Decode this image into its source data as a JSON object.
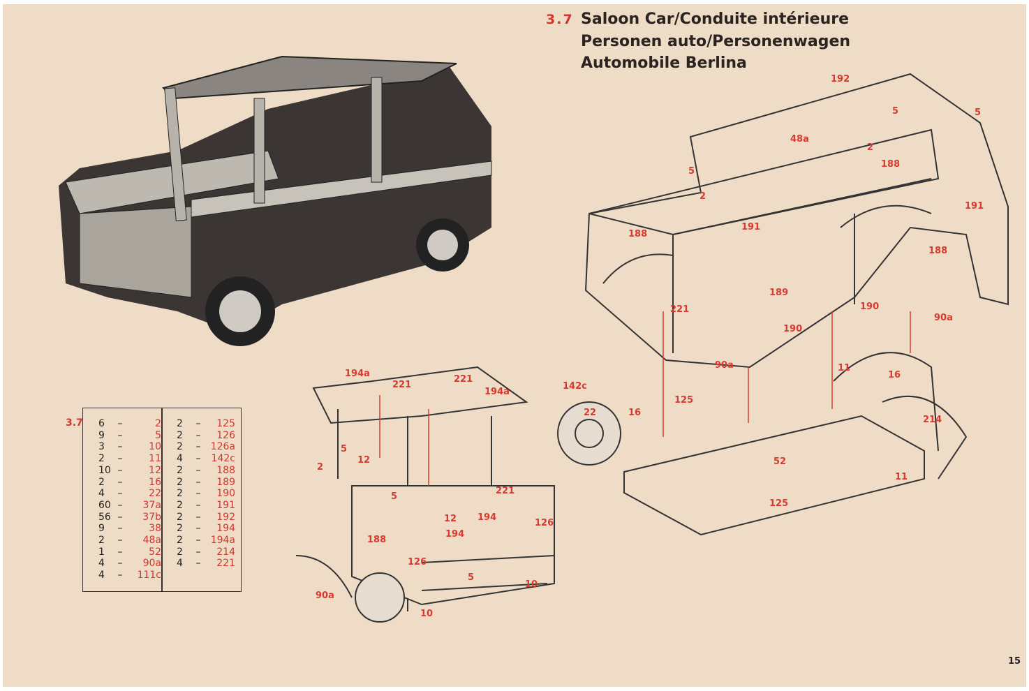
{
  "header": {
    "model_number": "3.7",
    "title_lines": [
      "Saloon Car/Conduite intérieure",
      "Personen auto/Personenwagen",
      "Automobile Berlina"
    ]
  },
  "parts_list": {
    "label": "3.7",
    "column1": [
      [
        "6",
        "2"
      ],
      [
        "9",
        "5"
      ],
      [
        "3",
        "10"
      ],
      [
        "2",
        "11"
      ],
      [
        "10",
        "12"
      ],
      [
        "2",
        "16"
      ],
      [
        "4",
        "22"
      ],
      [
        "60",
        "37a"
      ],
      [
        "56",
        "37b"
      ],
      [
        "9",
        "38"
      ],
      [
        "2",
        "48a"
      ],
      [
        "1",
        "52"
      ],
      [
        "4",
        "90a"
      ],
      [
        "4",
        "111c"
      ]
    ],
    "column2": [
      [
        "2",
        "125"
      ],
      [
        "2",
        "126"
      ],
      [
        "2",
        "126a"
      ],
      [
        "4",
        "142c"
      ],
      [
        "2",
        "188"
      ],
      [
        "2",
        "189"
      ],
      [
        "2",
        "190"
      ],
      [
        "2",
        "191"
      ],
      [
        "2",
        "192"
      ],
      [
        "2",
        "194"
      ],
      [
        "2",
        "194a"
      ],
      [
        "2",
        "214"
      ],
      [
        "4",
        "221"
      ]
    ]
  },
  "diagram_labels": [
    "192",
    "5",
    "5",
    "48a",
    "2",
    "188",
    "5",
    "2",
    "191",
    "188",
    "191",
    "188",
    "189",
    "221",
    "190",
    "190",
    "90a",
    "90a",
    "142c",
    "22",
    "16",
    "125",
    "11",
    "16",
    "214",
    "52",
    "11",
    "125",
    "194a",
    "221",
    "221",
    "194a",
    "5",
    "12",
    "2",
    "5",
    "12",
    "221",
    "194",
    "194",
    "126",
    "188",
    "126",
    "90a",
    "10",
    "5",
    "10"
  ],
  "page_number": "15",
  "colors": {
    "paper": "#efdcc6",
    "red": "#d0352f",
    "ink": "#2a2320"
  }
}
